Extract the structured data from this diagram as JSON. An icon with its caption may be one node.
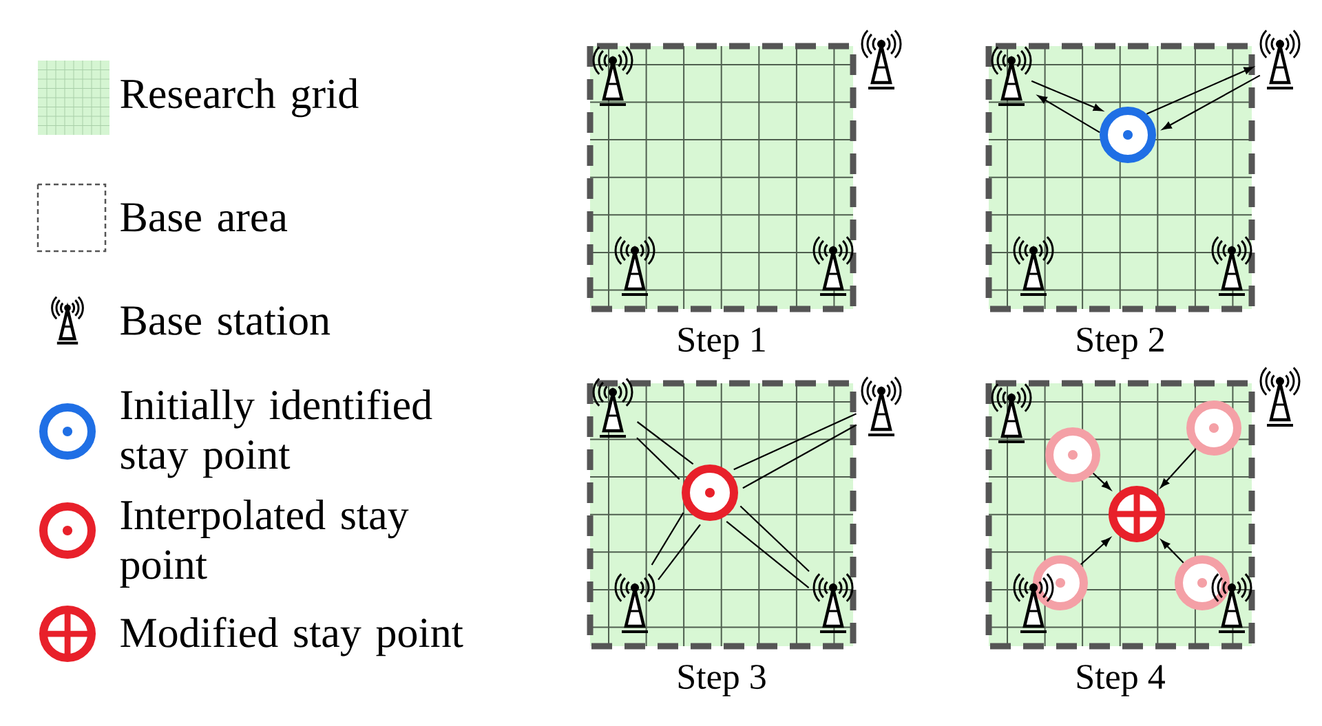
{
  "diagram": {
    "nodes": [
      {
        "text": [],
        "shape": "box",
        "beside": [
          "Step 1"
        ]
      },
      {
        "text": [],
        "shape": "box",
        "beside": [
          "Step 2"
        ]
      },
      {
        "text": [],
        "shape": "antenna",
        "in": 1
      },
      {
        "text": [],
        "shape": "antenna"
      },
      {
        "text": [],
        "shape": "circle",
        "in": 1
      },
      {
        "text": [],
        "shape": "box",
        "beside": [
          "Step 3"
        ]
      },
      {
        "text": [],
        "shape": "antenna",
        "in": 5
      },
      {
        "text": [],
        "shape": "antenna"
      },
      {
        "text": [],
        "shape": "antenna",
        "in": 5
      },
      {
        "text": [],
        "shape": "antenna",
        "in": 5
      },
      {
        "text": [],
        "shape": "circle",
        "in": 5
      },
      {
        "text": [],
        "shape": "box",
        "beside": [
          "Step 4"
        ]
      },
      {
        "text": [],
        "shape": "circle",
        "in": 11
      },
      {
        "text": [],
        "shape": "circle",
        "in": 11
      },
      {
        "text": [],
        "shape": "circle",
        "in": 11
      },
      {
        "text": [],
        "shape": "circle",
        "in": 11
      },
      {
        "text": [],
        "shape": "circle",
        "in": 11
      }
    ],
    "edges": [
      {
        "from": 2,
        "to": 4,
        "arrow": "to"
      },
      {
        "from": 4,
        "to": 2,
        "arrow": "to"
      },
      {
        "from": 4,
        "to": 3,
        "arrow": "to"
      },
      {
        "from": 3,
        "to": 4,
        "arrow": "to"
      },
      {
        "from": 6,
        "to": 10,
        "arrow": "none"
      },
      {
        "from": 6,
        "to": 10,
        "arrow": "none"
      },
      {
        "from": 7,
        "to": 10,
        "arrow": "none"
      },
      {
        "from": 7,
        "to": 10,
        "arrow": "none"
      },
      {
        "from": 8,
        "to": 10,
        "arrow": "none"
      },
      {
        "from": 8,
        "to": 10,
        "arrow": "none"
      },
      {
        "from": 9,
        "to": 10,
        "arrow": "none"
      },
      {
        "from": 9,
        "to": 10,
        "arrow": "none"
      },
      {
        "from": 12,
        "to": 16,
        "arrow": "to"
      },
      {
        "from": 13,
        "to": 16,
        "arrow": "to"
      },
      {
        "from": 14,
        "to": 16,
        "arrow": "to"
      },
      {
        "from": 15,
        "to": 16,
        "arrow": "to"
      }
    ],
    "legend": [
      {
        "text": "Research grid",
        "color": "#d5f5d2"
      },
      {
        "text": "Base area"
      },
      {
        "text": "Base station"
      },
      {
        "text": "Initially identified stay point"
      },
      {
        "text": "Interpolated stay point"
      },
      {
        "text": "Modified stay point"
      }
    ]
  }
}
